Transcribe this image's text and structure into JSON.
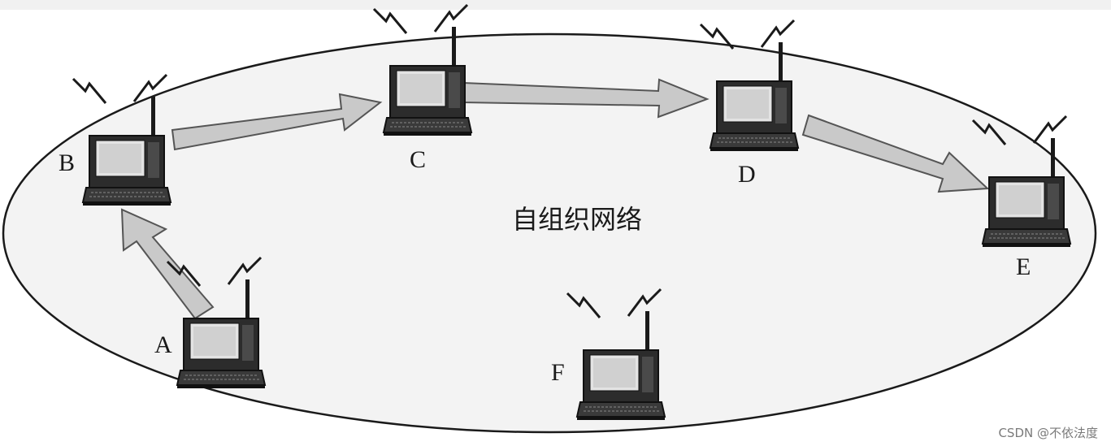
{
  "diagram": {
    "center_label": "自组织网络",
    "nodes": [
      {
        "id": "A",
        "label": "A"
      },
      {
        "id": "B",
        "label": "B"
      },
      {
        "id": "C",
        "label": "C"
      },
      {
        "id": "D",
        "label": "D"
      },
      {
        "id": "E",
        "label": "E"
      },
      {
        "id": "F",
        "label": "F"
      }
    ],
    "edges": [
      {
        "from": "A",
        "to": "B"
      },
      {
        "from": "B",
        "to": "C"
      },
      {
        "from": "C",
        "to": "D"
      },
      {
        "from": "D",
        "to": "E"
      }
    ]
  },
  "watermark": "CSDN @不依法度",
  "colors": {
    "ellipse_fill": "#f3f3f3",
    "ellipse_stroke": "#1a1a1a",
    "arrow_fill": "#c9c9c9",
    "arrow_stroke": "#555555",
    "laptop_body": "#3a3a3a",
    "laptop_screen": "#dcdcdc"
  }
}
